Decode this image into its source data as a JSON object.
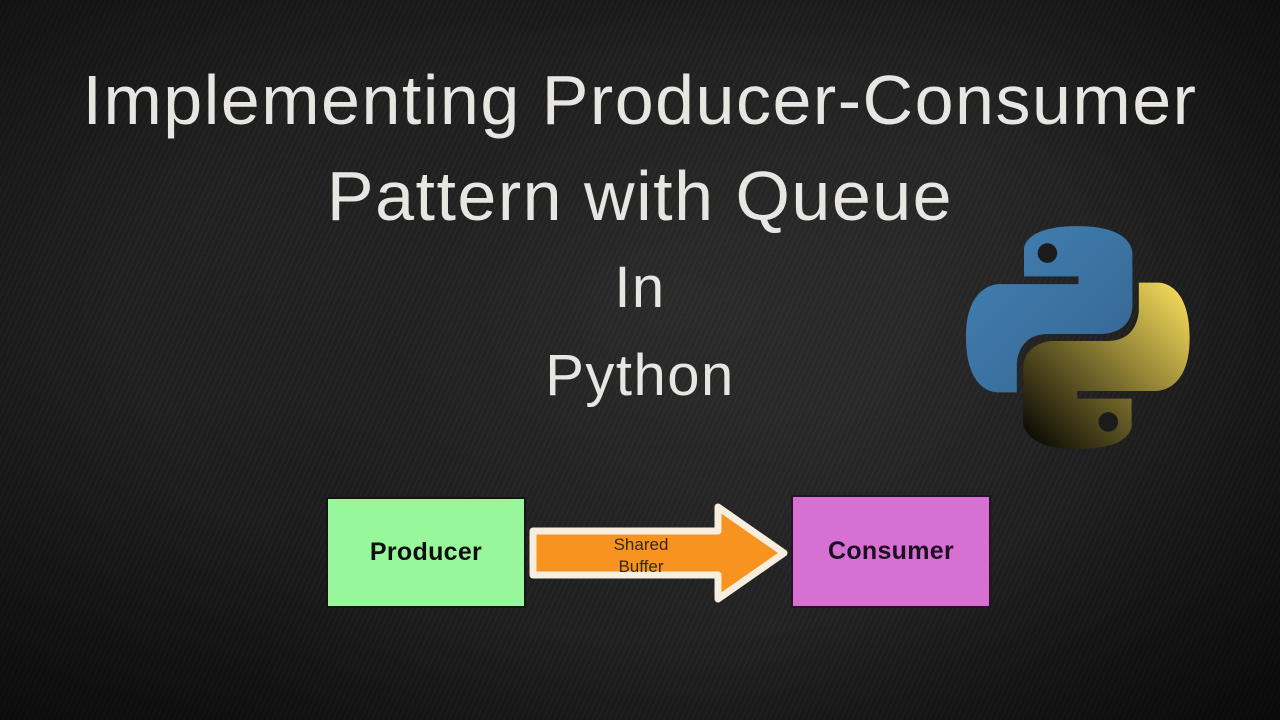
{
  "background": {
    "base_color": "#1a1a1a"
  },
  "title": {
    "color": "#e8e6e2",
    "lines": [
      "Implementing Producer-Consumer",
      "Pattern with Queue",
      "In",
      "Python"
    ]
  },
  "python_logo": {
    "name": "Python logo",
    "blue_light": "#4381B5",
    "blue_dark": "#33658F",
    "yellow_light": "#FFE45E",
    "yellow_dark": "#FDC income82F",
    "eye_color": "#1c1c1c"
  },
  "diagram": {
    "producer": {
      "label": "Producer",
      "fill": "#98f69b",
      "border": "#141414",
      "text_color": "#0f0f0f"
    },
    "arrow": {
      "label_line1": "Shared",
      "label_line2": "Buffer",
      "fill": "#f7931e",
      "outline": "#f6efdf",
      "text_color": "#33291a"
    },
    "consumer": {
      "label": "Consumer",
      "fill": "#d770d3",
      "border": "#2a0f2a",
      "text_color": "#1c0d20"
    }
  }
}
